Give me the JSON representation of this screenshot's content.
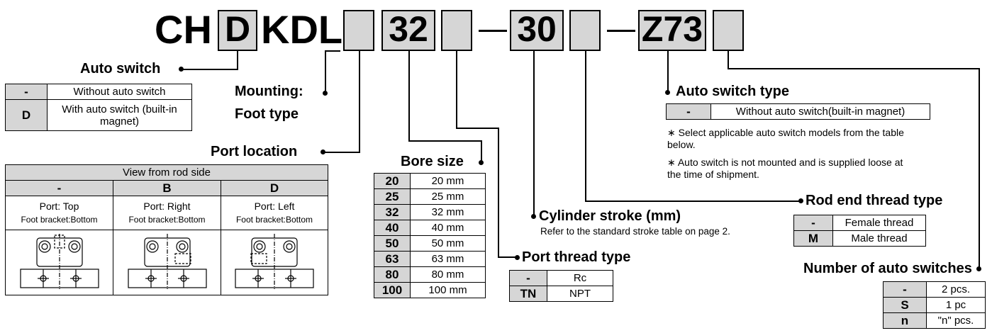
{
  "model_code": {
    "prefix": "CH",
    "auto_switch_box": "D",
    "series": "KDL",
    "bore_box": "32",
    "dash1": "-",
    "stroke_box": "30",
    "dash2": "-",
    "switch_type_box": "Z73"
  },
  "auto_switch": {
    "title": "Auto switch",
    "rows": [
      {
        "key": "-",
        "desc": "Without auto switch"
      },
      {
        "key": "D",
        "desc": "With auto switch (built-in magnet)"
      }
    ]
  },
  "mounting": {
    "title": "Mounting:",
    "value": "Foot type"
  },
  "port_location": {
    "title": "Port location",
    "view_header": "View from rod side",
    "columns": [
      {
        "key": "-",
        "port": "Port: Top",
        "foot": "Foot bracket:Bottom"
      },
      {
        "key": "B",
        "port": "Port: Right",
        "foot": "Foot bracket:Bottom"
      },
      {
        "key": "D",
        "port": "Port: Left",
        "foot": "Foot bracket:Bottom"
      }
    ]
  },
  "bore_size": {
    "title": "Bore size",
    "rows": [
      {
        "key": "20",
        "desc": "20 mm"
      },
      {
        "key": "25",
        "desc": "25 mm"
      },
      {
        "key": "32",
        "desc": "32 mm"
      },
      {
        "key": "40",
        "desc": "40 mm"
      },
      {
        "key": "50",
        "desc": "50 mm"
      },
      {
        "key": "63",
        "desc": "63 mm"
      },
      {
        "key": "80",
        "desc": "80 mm"
      },
      {
        "key": "100",
        "desc": "100 mm"
      }
    ]
  },
  "port_thread": {
    "title": "Port thread type",
    "rows": [
      {
        "key": "-",
        "desc": "Rc"
      },
      {
        "key": "TN",
        "desc": "NPT"
      }
    ]
  },
  "stroke": {
    "title": "Cylinder stroke (mm)",
    "note": "Refer to the standard stroke table on page 2."
  },
  "switch_type": {
    "title": "Auto switch type",
    "rows": [
      {
        "key": "-",
        "desc": "Without auto switch(built-in magnet)"
      }
    ],
    "note1": "∗ Select applicable auto switch models from the table below.",
    "note2": "∗ Auto switch is not mounted and is supplied loose at the time of shipment."
  },
  "rod_end": {
    "title": "Rod end thread type",
    "rows": [
      {
        "key": "-",
        "desc": "Female thread"
      },
      {
        "key": "M",
        "desc": "Male thread"
      }
    ]
  },
  "num_switches": {
    "title": "Number of auto switches",
    "rows": [
      {
        "key": "-",
        "desc": "2 pcs."
      },
      {
        "key": "S",
        "desc": "1 pc"
      },
      {
        "key": "n",
        "desc": "\"n\" pcs."
      }
    ]
  }
}
